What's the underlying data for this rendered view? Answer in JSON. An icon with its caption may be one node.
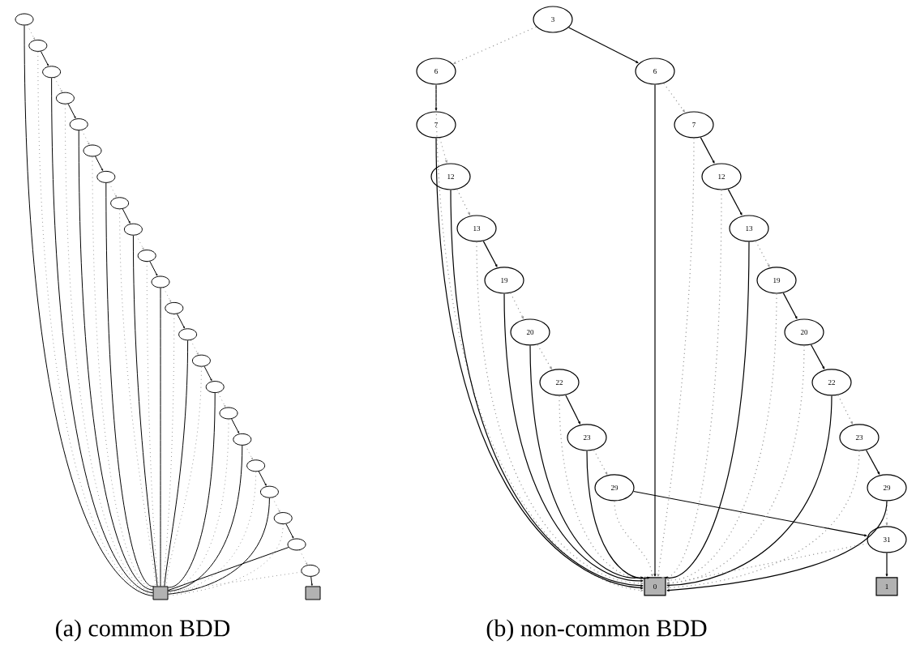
{
  "diagram": {
    "nodes": [
      {
        "text": [],
        "shape": "ellipse"
      },
      {
        "text": [],
        "shape": "ellipse"
      },
      {
        "text": [],
        "shape": "ellipse"
      },
      {
        "text": [],
        "shape": "ellipse"
      },
      {
        "text": [],
        "shape": "ellipse"
      },
      {
        "text": [],
        "shape": "ellipse"
      },
      {
        "text": [],
        "shape": "ellipse"
      },
      {
        "text": [],
        "shape": "ellipse"
      },
      {
        "text": [],
        "shape": "ellipse"
      },
      {
        "text": [],
        "shape": "ellipse"
      },
      {
        "text": [],
        "shape": "ellipse"
      },
      {
        "text": [],
        "shape": "ellipse"
      },
      {
        "text": [],
        "shape": "ellipse"
      },
      {
        "text": [],
        "shape": "ellipse"
      },
      {
        "text": [],
        "shape": "ellipse"
      },
      {
        "text": [],
        "shape": "ellipse"
      },
      {
        "text": [],
        "shape": "ellipse"
      },
      {
        "text": [],
        "shape": "ellipse"
      },
      {
        "text": [],
        "shape": "ellipse"
      },
      {
        "text": [],
        "shape": "ellipse"
      },
      {
        "text": [],
        "shape": "ellipse"
      },
      {
        "text": [],
        "shape": "ellipse"
      },
      {
        "text": [],
        "shape": "box"
      },
      {
        "text": [],
        "shape": "box"
      },
      {
        "text": [
          "3"
        ]
      },
      {
        "text": [
          "6"
        ]
      },
      {
        "text": [
          "6"
        ]
      },
      {
        "text": [
          "7"
        ]
      },
      {
        "text": [
          "12"
        ]
      },
      {
        "text": [
          "13"
        ]
      },
      {
        "text": [
          "19"
        ]
      },
      {
        "text": [
          "20"
        ]
      },
      {
        "text": [
          "22"
        ]
      },
      {
        "text": [
          "23"
        ]
      },
      {
        "text": [
          "29"
        ]
      },
      {
        "text": [
          "7"
        ]
      },
      {
        "text": [
          "12"
        ]
      },
      {
        "text": [
          "13"
        ]
      },
      {
        "text": [
          "19"
        ]
      },
      {
        "text": [
          "20"
        ]
      },
      {
        "text": [
          "22"
        ]
      },
      {
        "text": [
          "23"
        ]
      },
      {
        "text": [
          "29"
        ]
      },
      {
        "text": [
          "31"
        ]
      },
      {
        "text": [
          "0"
        ]
      },
      {
        "text": [
          "1"
        ]
      }
    ],
    "edges": [
      {
        "from": 0,
        "to": 22,
        "arrow": "none"
      },
      {
        "from": 0,
        "to": 1,
        "arrow": "to",
        "style": "dashed",
        "color": "#999999"
      },
      {
        "from": 1,
        "to": 22,
        "arrow": "none",
        "style": "dashed",
        "color": "#999999"
      },
      {
        "from": 1,
        "to": 2,
        "arrow": "to"
      },
      {
        "from": 2,
        "to": 22,
        "arrow": "none"
      },
      {
        "from": 2,
        "to": 3,
        "arrow": "to",
        "style": "dashed",
        "color": "#999999"
      },
      {
        "from": 3,
        "to": 22,
        "arrow": "none",
        "style": "dashed",
        "color": "#999999"
      },
      {
        "from": 3,
        "to": 4,
        "arrow": "to"
      },
      {
        "from": 4,
        "to": 22,
        "arrow": "none"
      },
      {
        "from": 4,
        "to": 5,
        "arrow": "to",
        "style": "dashed",
        "color": "#999999"
      },
      {
        "from": 5,
        "to": 22,
        "arrow": "none",
        "style": "dashed",
        "color": "#999999"
      },
      {
        "from": 5,
        "to": 6,
        "arrow": "to"
      },
      {
        "from": 6,
        "to": 22,
        "arrow": "none"
      },
      {
        "from": 6,
        "to": 7,
        "arrow": "to",
        "style": "dashed",
        "color": "#999999"
      },
      {
        "from": 7,
        "to": 22,
        "arrow": "none",
        "style": "dashed",
        "color": "#999999"
      },
      {
        "from": 7,
        "to": 8,
        "arrow": "to"
      },
      {
        "from": 8,
        "to": 22,
        "arrow": "none"
      },
      {
        "from": 8,
        "to": 9,
        "arrow": "to",
        "style": "dashed",
        "color": "#999999"
      },
      {
        "from": 9,
        "to": 22,
        "arrow": "none",
        "style": "dashed",
        "color": "#999999"
      },
      {
        "from": 9,
        "to": 10,
        "arrow": "to"
      },
      {
        "from": 10,
        "to": 22,
        "arrow": "none"
      },
      {
        "from": 10,
        "to": 11,
        "arrow": "to",
        "style": "dashed",
        "color": "#999999"
      },
      {
        "from": 11,
        "to": 22,
        "arrow": "none",
        "style": "dashed",
        "color": "#999999"
      },
      {
        "from": 11,
        "to": 12,
        "arrow": "to"
      },
      {
        "from": 12,
        "to": 22,
        "arrow": "none"
      },
      {
        "from": 12,
        "to": 13,
        "arrow": "to",
        "style": "dashed",
        "color": "#999999"
      },
      {
        "from": 13,
        "to": 22,
        "arrow": "none",
        "style": "dashed",
        "color": "#999999"
      },
      {
        "from": 13,
        "to": 14,
        "arrow": "to"
      },
      {
        "from": 14,
        "to": 22,
        "arrow": "none"
      },
      {
        "from": 14,
        "to": 15,
        "arrow": "to",
        "style": "dashed",
        "color": "#999999"
      },
      {
        "from": 15,
        "to": 22,
        "arrow": "none",
        "style": "dashed",
        "color": "#999999"
      },
      {
        "from": 15,
        "to": 16,
        "arrow": "to"
      },
      {
        "from": 16,
        "to": 22,
        "arrow": "none"
      },
      {
        "from": 16,
        "to": 17,
        "arrow": "to",
        "style": "dashed",
        "color": "#999999"
      },
      {
        "from": 17,
        "to": 22,
        "arrow": "none",
        "style": "dashed",
        "color": "#999999"
      },
      {
        "from": 17,
        "to": 18,
        "arrow": "to"
      },
      {
        "from": 18,
        "to": 22,
        "arrow": "none"
      },
      {
        "from": 18,
        "to": 19,
        "arrow": "to",
        "style": "dashed",
        "color": "#999999"
      },
      {
        "from": 19,
        "to": 22,
        "arrow": "none",
        "style": "dashed",
        "color": "#999999"
      },
      {
        "from": 19,
        "to": 20,
        "arrow": "to"
      },
      {
        "from": 20,
        "to": 22,
        "arrow": "none"
      },
      {
        "from": 20,
        "to": 21,
        "arrow": "to",
        "style": "dashed",
        "color": "#999999"
      },
      {
        "from": 21,
        "to": 22,
        "arrow": "none",
        "style": "dashed",
        "color": "#999999"
      },
      {
        "from": 21,
        "to": 23,
        "arrow": "to"
      },
      {
        "from": 24,
        "to": 25,
        "arrow": "to",
        "style": "dashed",
        "color": "#999999"
      },
      {
        "from": 24,
        "to": 26,
        "arrow": "to"
      },
      {
        "from": 25,
        "to": 27,
        "arrow": "to"
      },
      {
        "from": 25,
        "to": 44,
        "arrow": "to",
        "style": "dashed",
        "color": "#999999"
      },
      {
        "from": 26,
        "to": 44,
        "arrow": "to"
      },
      {
        "from": 26,
        "to": 35,
        "arrow": "to",
        "style": "dashed",
        "color": "#999999"
      },
      {
        "from": 27,
        "to": 44,
        "arrow": "to"
      },
      {
        "from": 27,
        "to": 28,
        "arrow": "to",
        "style": "dashed",
        "color": "#999999"
      },
      {
        "from": 28,
        "to": 44,
        "arrow": "to"
      },
      {
        "from": 28,
        "to": 29,
        "arrow": "to",
        "style": "dashed",
        "color": "#999999"
      },
      {
        "from": 29,
        "to": 44,
        "arrow": "to",
        "style": "dashed",
        "color": "#999999"
      },
      {
        "from": 29,
        "to": 30,
        "arrow": "to"
      },
      {
        "from": 30,
        "to": 44,
        "arrow": "to"
      },
      {
        "from": 30,
        "to": 31,
        "arrow": "to",
        "style": "dashed",
        "color": "#999999"
      },
      {
        "from": 31,
        "to": 44,
        "arrow": "to"
      },
      {
        "from": 31,
        "to": 32,
        "arrow": "to",
        "style": "dashed",
        "color": "#999999"
      },
      {
        "from": 32,
        "to": 44,
        "arrow": "to",
        "style": "dashed",
        "color": "#999999"
      },
      {
        "from": 32,
        "to": 33,
        "arrow": "to"
      },
      {
        "from": 33,
        "to": 44,
        "arrow": "to"
      },
      {
        "from": 33,
        "to": 34,
        "arrow": "to",
        "style": "dashed",
        "color": "#999999"
      },
      {
        "from": 34,
        "to": 44,
        "arrow": "to",
        "style": "dashed",
        "color": "#999999"
      },
      {
        "from": 34,
        "to": 43,
        "arrow": "to"
      },
      {
        "from": 35,
        "to": 44,
        "arrow": "to",
        "style": "dashed",
        "color": "#999999"
      },
      {
        "from": 35,
        "to": 36,
        "arrow": "to"
      },
      {
        "from": 36,
        "to": 44,
        "arrow": "to",
        "style": "dashed",
        "color": "#999999"
      },
      {
        "from": 36,
        "to": 37,
        "arrow": "to"
      },
      {
        "from": 37,
        "to": 44,
        "arrow": "to"
      },
      {
        "from": 37,
        "to": 38,
        "arrow": "to",
        "style": "dashed",
        "color": "#999999"
      },
      {
        "from": 38,
        "to": 44,
        "arrow": "to",
        "style": "dashed",
        "color": "#999999"
      },
      {
        "from": 38,
        "to": 39,
        "arrow": "to"
      },
      {
        "from": 39,
        "to": 44,
        "arrow": "to",
        "style": "dashed",
        "color": "#999999"
      },
      {
        "from": 39,
        "to": 40,
        "arrow": "to"
      },
      {
        "from": 40,
        "to": 44,
        "arrow": "to"
      },
      {
        "from": 40,
        "to": 41,
        "arrow": "to",
        "style": "dashed",
        "color": "#999999"
      },
      {
        "from": 41,
        "to": 44,
        "arrow": "to",
        "style": "dashed",
        "color": "#999999"
      },
      {
        "from": 41,
        "to": 42,
        "arrow": "to"
      },
      {
        "from": 42,
        "to": 43,
        "arrow": "to",
        "style": "dashed",
        "color": "#999999"
      },
      {
        "from": 42,
        "to": 44,
        "arrow": "to"
      },
      {
        "from": 43,
        "to": 44,
        "arrow": "to",
        "style": "dashed",
        "color": "#999999"
      },
      {
        "from": 43,
        "to": 45,
        "arrow": "to"
      }
    ],
    "labels": [
      "(a) common BDD",
      "(b) non-common BDD"
    ]
  }
}
